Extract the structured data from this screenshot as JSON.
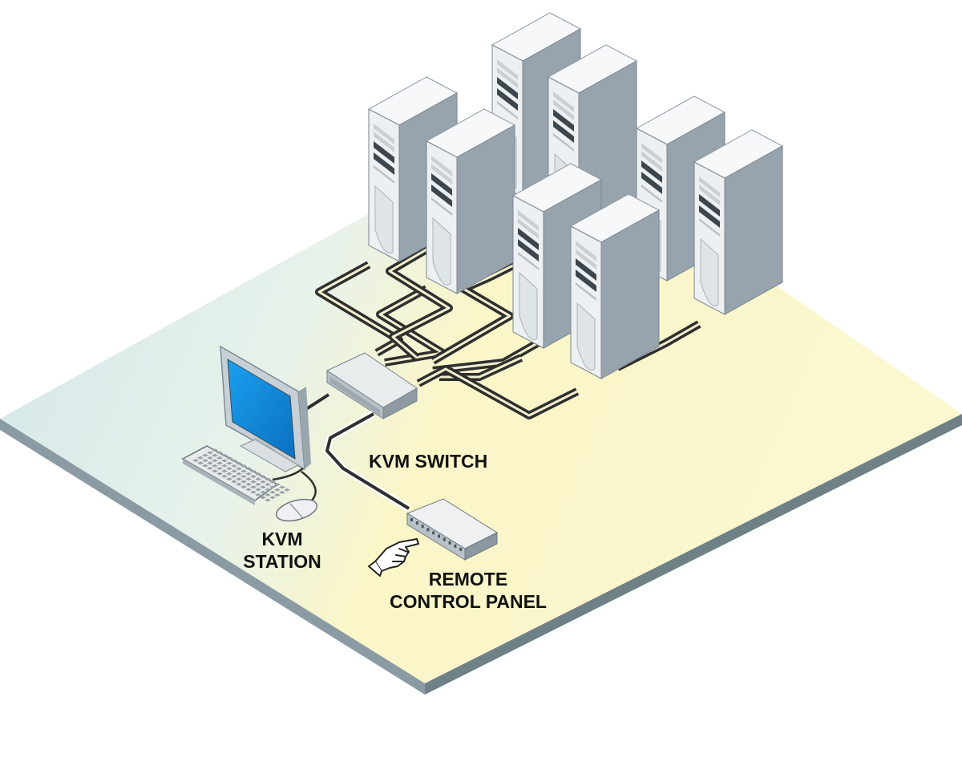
{
  "labels": {
    "kvm_switch": "KVM SWITCH",
    "kvm_station": [
      "KVM",
      "STATION"
    ],
    "remote_control_panel": [
      "REMOTE",
      "CONTROL PANEL"
    ]
  },
  "colors": {
    "floor_yellow": "#faf6c8",
    "floor_blue": "#cfe6e9",
    "floor_edge_front": "#8a9ba3",
    "floor_edge_right": "#6f8087",
    "tower_front": "#edf0f2",
    "tower_side": "#98a4ad",
    "tower_top": "#f6f8f9",
    "cable_dark": "#2f2f2f",
    "monitor_screen": "#0f8fe0"
  },
  "icons": {
    "hand": "pointing-hand-icon"
  }
}
